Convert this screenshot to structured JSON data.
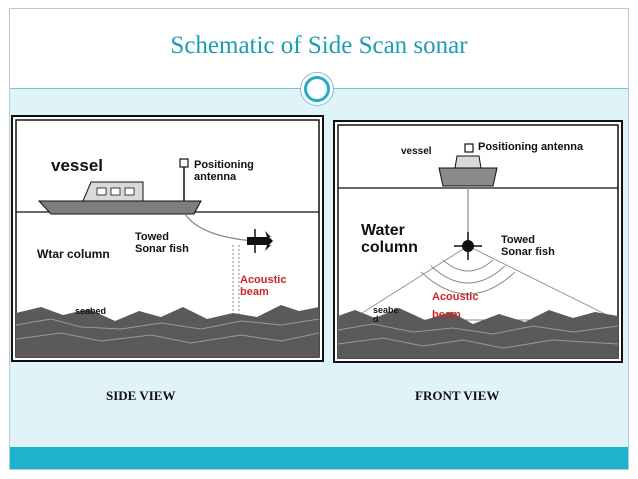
{
  "slide": {
    "title": "Schematic of Side Scan sonar",
    "colors": {
      "accent": "#1eb3cc",
      "title": "#1e9bb5",
      "background": "#dff3f8"
    }
  },
  "side_view": {
    "caption": "SIDE VIEW",
    "vessel": "vessel",
    "positioning_antenna": [
      "Positioning",
      "antenna"
    ],
    "towed_sonar_fish": [
      "Towed",
      "Sonar fish"
    ],
    "water_column": "Wtar column",
    "acoustic_beam": [
      "Acoustic",
      "beam"
    ],
    "seabed": "seabed"
  },
  "front_view": {
    "caption": "FRONT VIEW",
    "vessel": "vessel",
    "positioning_antenna": "Positioning antenna",
    "water_column": [
      "Water",
      "column"
    ],
    "towed_sonar_fish": [
      "Towed",
      "Sonar fish"
    ],
    "acoustic_beam": [
      "Acoustic",
      "beam"
    ],
    "seabed": [
      "seabe",
      "d"
    ]
  }
}
